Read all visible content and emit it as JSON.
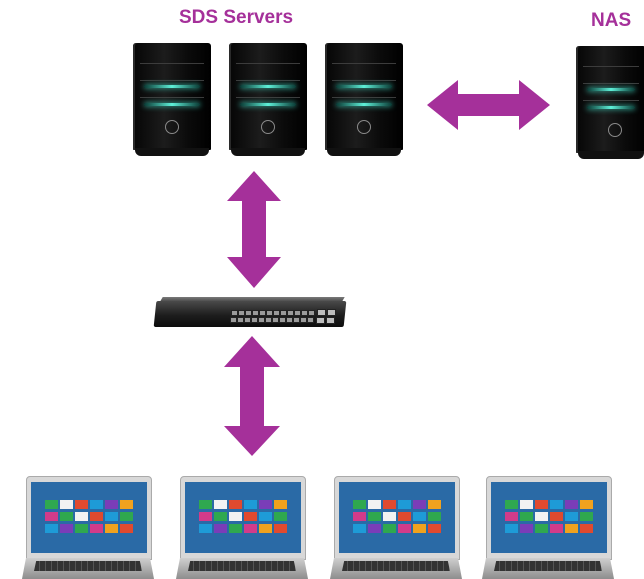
{
  "labels": {
    "sds_servers": "SDS Servers",
    "nas": "NAS"
  },
  "colors": {
    "label": "#a5309a",
    "arrow": "#a5309a"
  },
  "nodes": {
    "servers": [
      "server",
      "server",
      "server"
    ],
    "nas": "nas-server",
    "network_switch": "network-switch",
    "clients": [
      "laptop",
      "laptop",
      "laptop",
      "laptop"
    ]
  },
  "edges": [
    {
      "from": "servers",
      "to": "nas",
      "direction": "bidirectional"
    },
    {
      "from": "servers",
      "to": "network_switch",
      "direction": "bidirectional"
    },
    {
      "from": "network_switch",
      "to": "clients",
      "direction": "bidirectional"
    }
  ]
}
